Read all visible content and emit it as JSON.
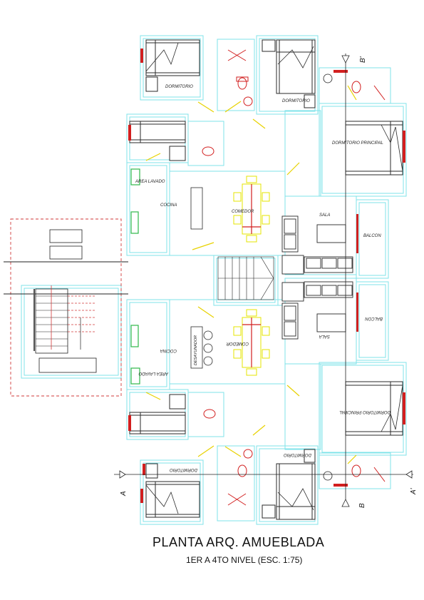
{
  "title": "PLANTA ARQ. AMUEBLADA",
  "subtitle": "1ER A 4TO NIVEL (ESC. 1:75)",
  "rooms": {
    "dormitorio_top_left": "DORMITORIO",
    "dormitorio_top_right": "DORMITORIO",
    "dormitorio_principal_top": "DORMITORIO PRINCIPAL",
    "area_lavado_top": "AREA LAVADO",
    "cocina_top": "COCINA",
    "comedor_top": "COMEDOR",
    "sala_top": "SALA",
    "balcon_top": "BALCON",
    "balcon_bottom": "BALCON",
    "sala_bottom": "SALA",
    "comedor_bottom": "COMEDOR",
    "desayunador": "DESAYUNADOR",
    "cocina_bottom": "COCINA",
    "area_lavado_bottom": "AREA LAVADO",
    "dormitorio_principal_bottom": "DORMITORIO PRINCIPAL",
    "dormitorio_bottom_right": "DORMITORIO",
    "dormitorio_bottom_left": "DORMITORIO"
  },
  "section_marks": {
    "b_top": "B'",
    "b_bottom": "B",
    "a_left": "A",
    "a_right": "A'"
  },
  "colors": {
    "wall": "#7fe3ea",
    "furniture": "#2a2a2a",
    "door": "#d21f1f",
    "swing": "#e8d200",
    "dining": "#e6e600",
    "green": "#2fb84a",
    "stair_outline": "#d23a3a"
  }
}
